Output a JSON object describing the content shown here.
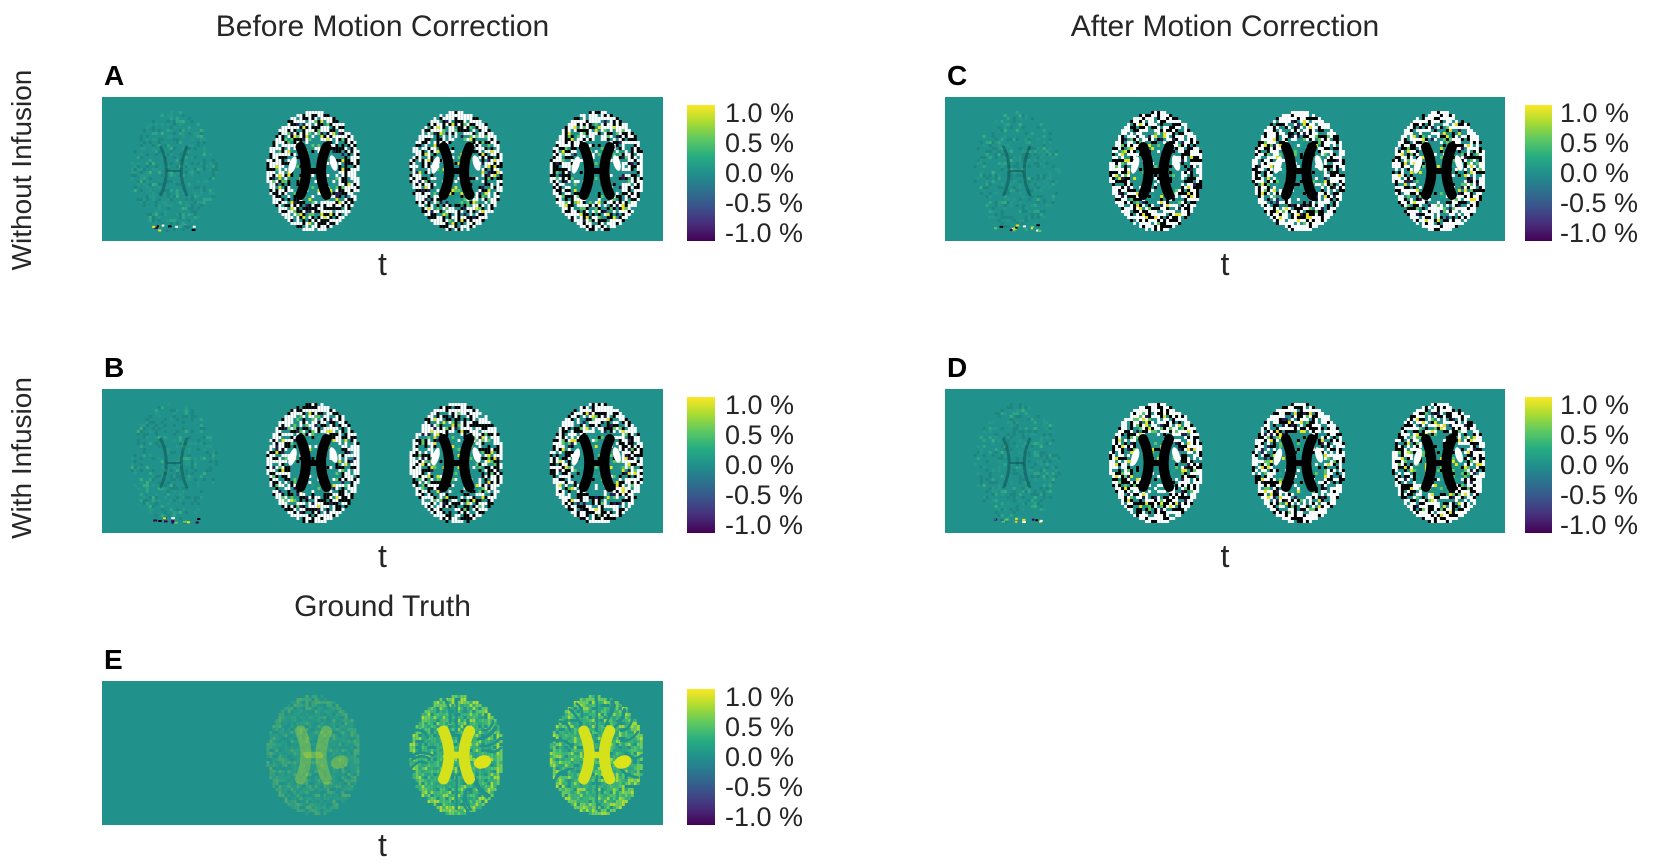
{
  "figure": {
    "colors": {
      "background": "#ffffff",
      "text": "#262626",
      "panel_background": "#21918c",
      "colorbar_top": "#fde725",
      "colorbar_bottom": "#440154"
    },
    "column_titles": [
      {
        "label": "Before Motion Correction"
      },
      {
        "label": "After Motion Correction"
      }
    ],
    "row_labels": [
      {
        "label": "Without Infusion"
      },
      {
        "label": "With Infusion"
      }
    ],
    "bottom_title": {
      "label": "Ground Truth"
    },
    "colorbar": {
      "colormap": "viridis",
      "ticks": [
        "1.0 %",
        "0.5 %",
        "0.0 %",
        "-0.5 %",
        "-1.0 %"
      ]
    },
    "panels": [
      {
        "id": "A",
        "stage": "Before Motion Correction",
        "condition": "Without Infusion",
        "xlabel": "t",
        "brains": [
          "faint",
          "speckled",
          "speckled",
          "speckled"
        ]
      },
      {
        "id": "C",
        "stage": "After Motion Correction",
        "condition": "Without Infusion",
        "xlabel": "t",
        "brains": [
          "faint",
          "speckled",
          "speckled",
          "speckled"
        ]
      },
      {
        "id": "B",
        "stage": "Before Motion Correction",
        "condition": "With Infusion",
        "xlabel": "t",
        "brains": [
          "faint",
          "speckled",
          "speckled",
          "speckled"
        ]
      },
      {
        "id": "D",
        "stage": "After Motion Correction",
        "condition": "With Infusion",
        "xlabel": "t",
        "brains": [
          "faint",
          "speckled",
          "speckled",
          "speckled"
        ]
      },
      {
        "id": "E",
        "stage": "Ground Truth",
        "condition": "Ground Truth",
        "xlabel": "t",
        "brains": [
          "none",
          "gt_faint",
          "gt",
          "gt"
        ]
      }
    ]
  }
}
